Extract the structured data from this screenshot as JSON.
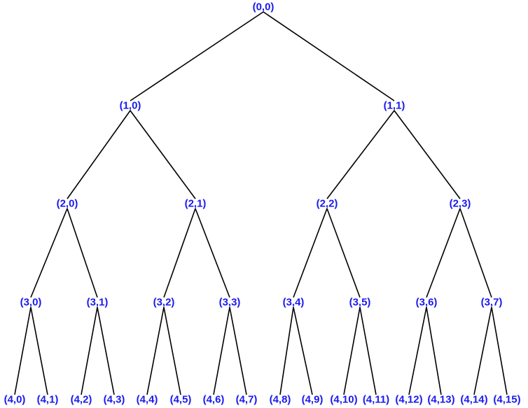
{
  "diagram": {
    "type": "binary-tree",
    "label_color": "#1a1aee",
    "edge_color": "#000000",
    "nodes": [
      {
        "id": "0-0",
        "label": "(0,0)"
      },
      {
        "id": "1-0",
        "label": "(1,0)",
        "parent": "0-0"
      },
      {
        "id": "1-1",
        "label": "(1,1)",
        "parent": "0-0"
      },
      {
        "id": "2-0",
        "label": "(2,0)",
        "parent": "1-0"
      },
      {
        "id": "2-1",
        "label": "(2,1)",
        "parent": "1-0"
      },
      {
        "id": "2-2",
        "label": "(2,2)",
        "parent": "1-1"
      },
      {
        "id": "2-3",
        "label": "(2,3)",
        "parent": "1-1"
      },
      {
        "id": "3-0",
        "label": "(3,0)",
        "parent": "2-0"
      },
      {
        "id": "3-1",
        "label": "(3,1)",
        "parent": "2-0"
      },
      {
        "id": "3-2",
        "label": "(3,2)",
        "parent": "2-1"
      },
      {
        "id": "3-3",
        "label": "(3,3)",
        "parent": "2-1"
      },
      {
        "id": "3-4",
        "label": "(3,4)",
        "parent": "2-2"
      },
      {
        "id": "3-5",
        "label": "(3,5)",
        "parent": "2-2"
      },
      {
        "id": "3-6",
        "label": "(3,6)",
        "parent": "2-3"
      },
      {
        "id": "3-7",
        "label": "(3,7)",
        "parent": "2-3"
      },
      {
        "id": "4-0",
        "label": "(4,0)",
        "parent": "3-0"
      },
      {
        "id": "4-1",
        "label": "(4,1)",
        "parent": "3-0"
      },
      {
        "id": "4-2",
        "label": "(4,2)",
        "parent": "3-1"
      },
      {
        "id": "4-3",
        "label": "(4,3)",
        "parent": "3-1"
      },
      {
        "id": "4-4",
        "label": "(4,4)",
        "parent": "3-2"
      },
      {
        "id": "4-5",
        "label": "(4,5)",
        "parent": "3-2"
      },
      {
        "id": "4-6",
        "label": "(4,6)",
        "parent": "3-3"
      },
      {
        "id": "4-7",
        "label": "(4,7)",
        "parent": "3-3"
      },
      {
        "id": "4-8",
        "label": "(4,8)",
        "parent": "3-4"
      },
      {
        "id": "4-9",
        "label": "(4,9)",
        "parent": "3-4"
      },
      {
        "id": "4-10",
        "label": "(4,10)",
        "parent": "3-5"
      },
      {
        "id": "4-11",
        "label": "(4,11)",
        "parent": "3-5"
      },
      {
        "id": "4-12",
        "label": "(4,12)",
        "parent": "3-6"
      },
      {
        "id": "4-13",
        "label": "(4,13)",
        "parent": "3-6"
      },
      {
        "id": "4-14",
        "label": "(4,14)",
        "parent": "3-7"
      },
      {
        "id": "4-15",
        "label": "(4,15)",
        "parent": "3-7"
      }
    ]
  }
}
